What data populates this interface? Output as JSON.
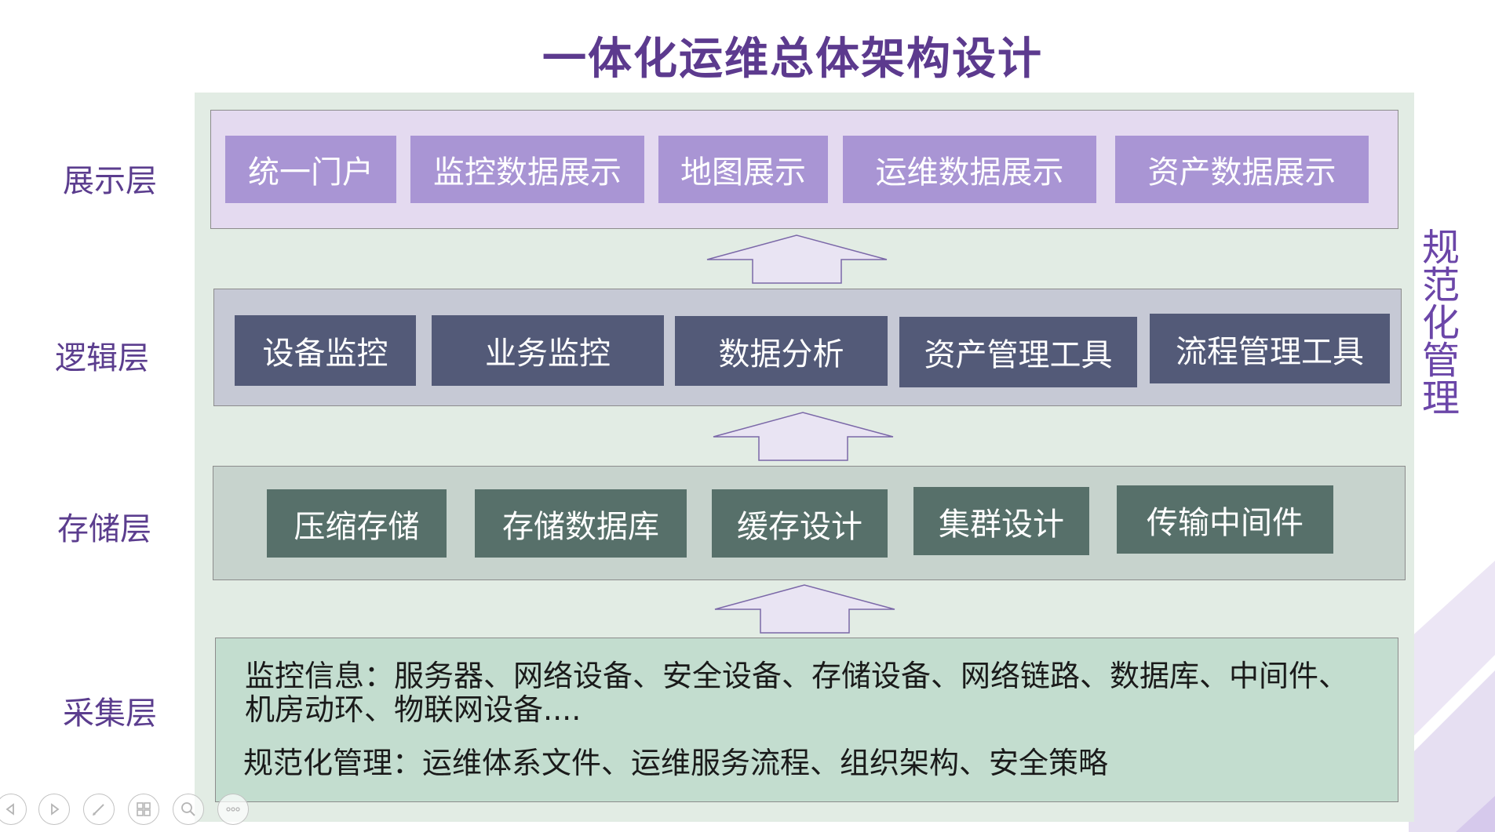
{
  "title": "一体化运维总体架构设计",
  "layers": {
    "presentation": "展示层",
    "logic": "逻辑层",
    "storage": "存储层",
    "collection": "采集层"
  },
  "side_label": [
    "规",
    "范",
    "化",
    "管",
    "理"
  ],
  "presentation_items": [
    "统一门户",
    "监控数据展示",
    "地图展示",
    "运维数据展示",
    "资产数据展示"
  ],
  "logic_items": [
    "设备监控",
    "业务监控",
    "数据分析",
    "资产管理工具",
    "流程管理工具"
  ],
  "storage_items": [
    "压缩存储",
    "存储数据库",
    "缓存设计",
    "集群设计",
    "传输中间件"
  ],
  "collection": {
    "monitoring_line1": "监控信息：服务器、网络设备、安全设备、存储设备、网络链路、数据库、中间件、",
    "monitoring_line2": "机房动环、物联网设备....",
    "standard": "规范化管理：运维体系文件、运维服务流程、组织架构、安全策略"
  },
  "colors": {
    "title": "#5c3a8e",
    "presentation_box": "#a995d4",
    "logic_box": "#535a78",
    "storage_box": "#57706a",
    "panel": "#e2ece4"
  },
  "toolbar_icons": [
    "prev-icon",
    "next-icon",
    "pen-icon",
    "slides-icon",
    "zoom-icon",
    "more-icon"
  ]
}
